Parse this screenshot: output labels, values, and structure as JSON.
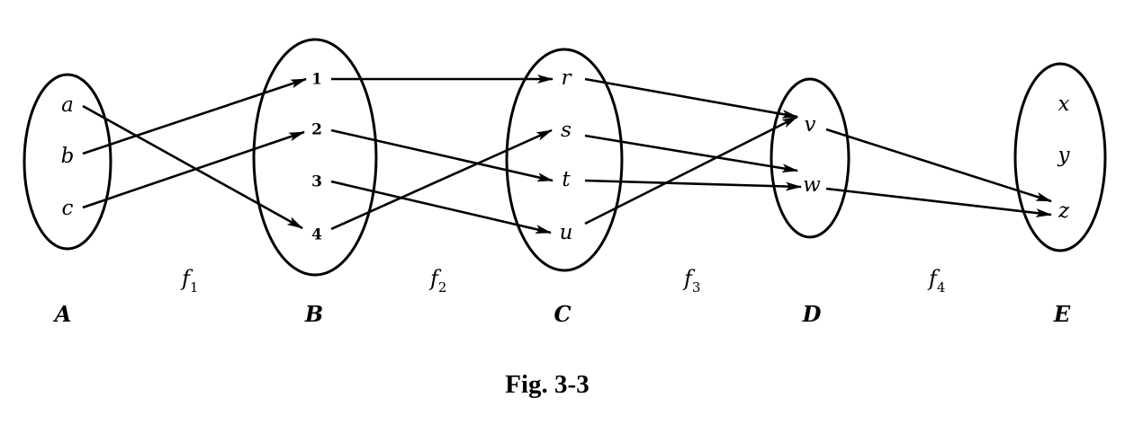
{
  "sets": [
    {
      "id": "A",
      "label": "A",
      "elements": [
        "a",
        "b",
        "c"
      ]
    },
    {
      "id": "B",
      "label": "B",
      "elements": [
        "1",
        "2",
        "3",
        "4"
      ]
    },
    {
      "id": "C",
      "label": "C",
      "elements": [
        "r",
        "s",
        "t",
        "u"
      ]
    },
    {
      "id": "D",
      "label": "D",
      "elements": [
        "v",
        "w"
      ]
    },
    {
      "id": "E",
      "label": "E",
      "elements": [
        "x",
        "y",
        "z"
      ]
    }
  ],
  "functions": [
    {
      "name": "f",
      "sub": "1",
      "from": "A",
      "to": "B",
      "mapping": [
        [
          "a",
          "4"
        ],
        [
          "b",
          "1"
        ],
        [
          "c",
          "2"
        ]
      ]
    },
    {
      "name": "f",
      "sub": "2",
      "from": "B",
      "to": "C",
      "mapping": [
        [
          "1",
          "r"
        ],
        [
          "2",
          "t"
        ],
        [
          "3",
          "u"
        ],
        [
          "4",
          "s"
        ]
      ]
    },
    {
      "name": "f",
      "sub": "3",
      "from": "C",
      "to": "D",
      "mapping": [
        [
          "r",
          "v"
        ],
        [
          "s",
          "w"
        ],
        [
          "t",
          "w"
        ],
        [
          "u",
          "v"
        ]
      ]
    },
    {
      "name": "f",
      "sub": "4",
      "from": "D",
      "to": "E",
      "mapping": [
        [
          "v",
          "z"
        ],
        [
          "w",
          "z"
        ]
      ]
    }
  ],
  "caption": "Fig. 3-3"
}
